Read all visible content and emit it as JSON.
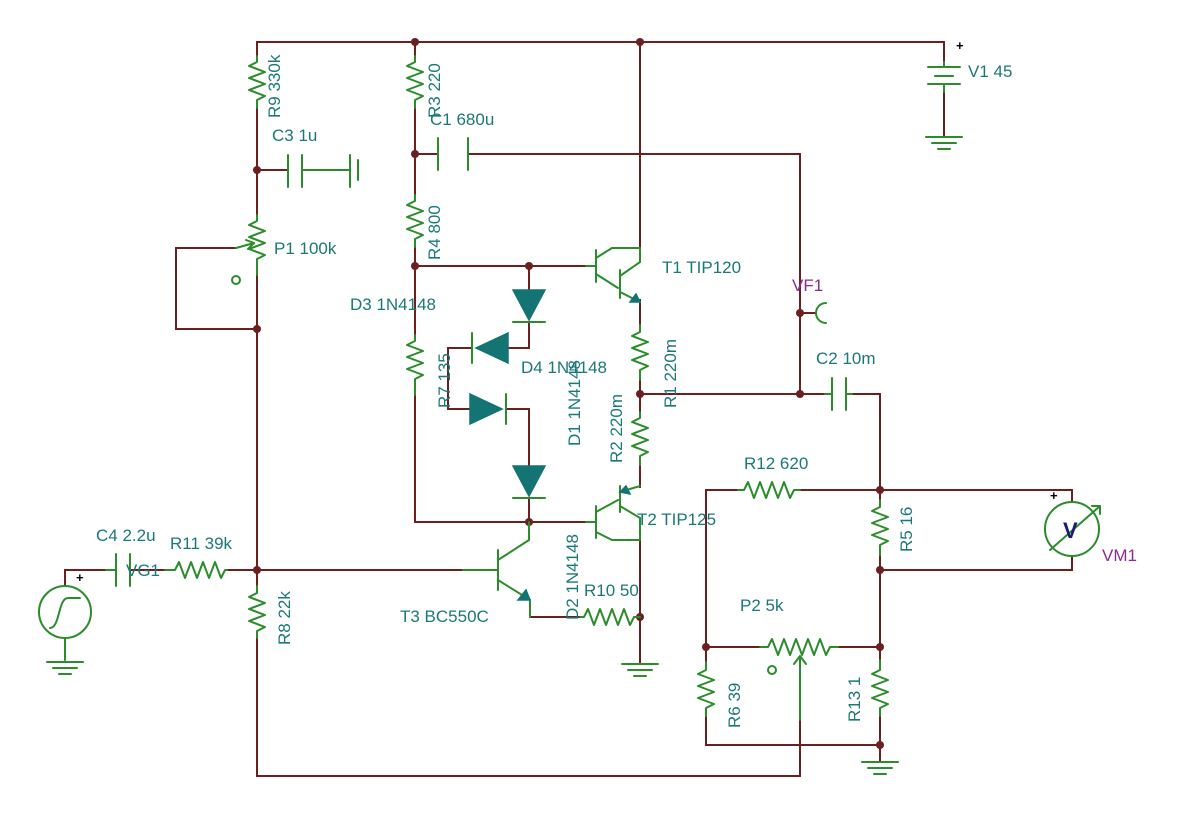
{
  "components": {
    "v1": "V1 45",
    "r9": "R9 330k",
    "r3": "R3 220",
    "c3": "C3 1u",
    "c1": "C1 680u",
    "r4": "R4 800",
    "p1": "P1 100k",
    "t1": "T1 TIP120",
    "vf1": "VF1",
    "d3": "D3 1N4148",
    "r7": "R7 135",
    "d4": "D4 1N4148",
    "r1": "R1 220m",
    "c2": "C2 10m",
    "d1": "D1 1N4148",
    "r2": "R2 220m",
    "r12": "R12 620",
    "t2": "T2 TIP125",
    "r5": "R5 16",
    "vm1": "VM1",
    "c4": "C4 2.2u",
    "r11": "R11 39k",
    "vg1": "VG1",
    "r8": "R8 22k",
    "d2": "D2 1N4148",
    "r10": "R10 50",
    "t3": "T3 BC550C",
    "p2": "P2 5k",
    "r6": "R6 39",
    "r13": "R13 1"
  },
  "symbols": {
    "plus": "+",
    "meter": "V"
  },
  "colors": {
    "wire": "#6b1f1f",
    "component": "#2a8c2a",
    "label": "#1b7878",
    "probe_label": "#8b2b8b",
    "diode_fill": "#147373"
  }
}
